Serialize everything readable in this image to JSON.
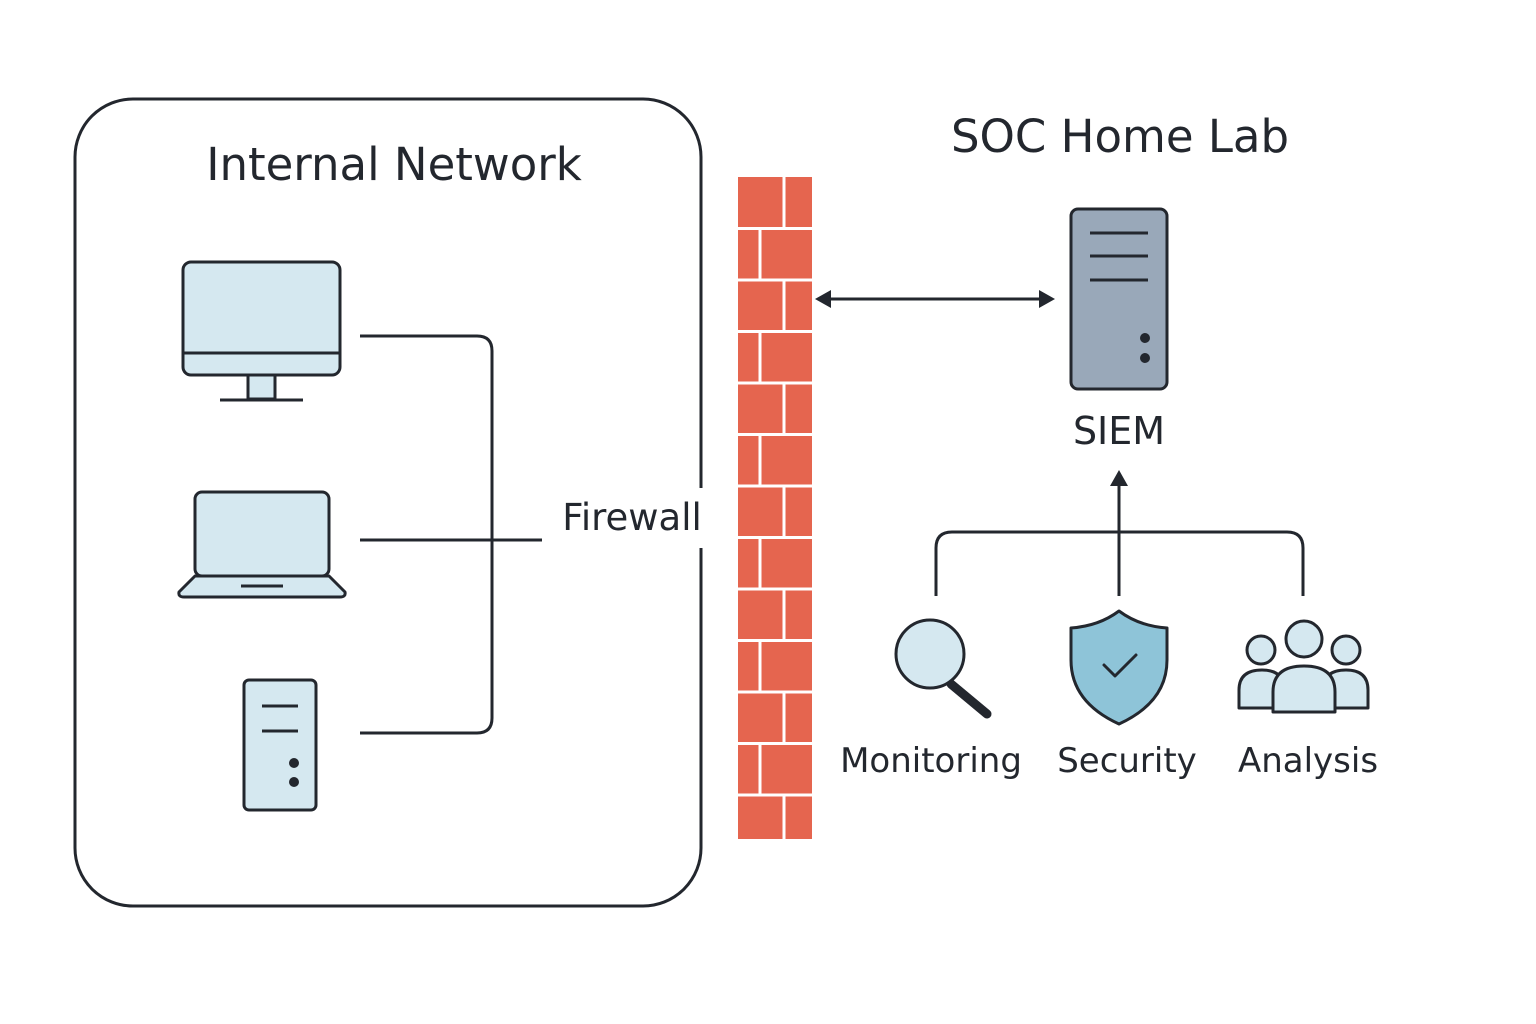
{
  "internal_network": {
    "title": "Internal Network",
    "devices": [
      {
        "icon": "desktop-monitor-icon"
      },
      {
        "icon": "laptop-icon"
      },
      {
        "icon": "server-tower-icon"
      }
    ]
  },
  "firewall": {
    "label": "Firewall",
    "icon": "brick-wall-icon"
  },
  "soc": {
    "title": "SOC Home Lab",
    "siem": {
      "label": "SIEM",
      "icon": "siem-server-icon"
    },
    "functions": [
      {
        "label": "Monitoring",
        "icon": "magnifier-icon"
      },
      {
        "label": "Security",
        "icon": "shield-check-icon"
      },
      {
        "label": "Analysis",
        "icon": "people-group-icon"
      }
    ]
  },
  "colors": {
    "stroke": "#23272e",
    "device_fill": "#d5e8f0",
    "brick": "#e5654f",
    "siem_fill": "#99a8b9",
    "shield_fill": "#8ec4d8"
  }
}
